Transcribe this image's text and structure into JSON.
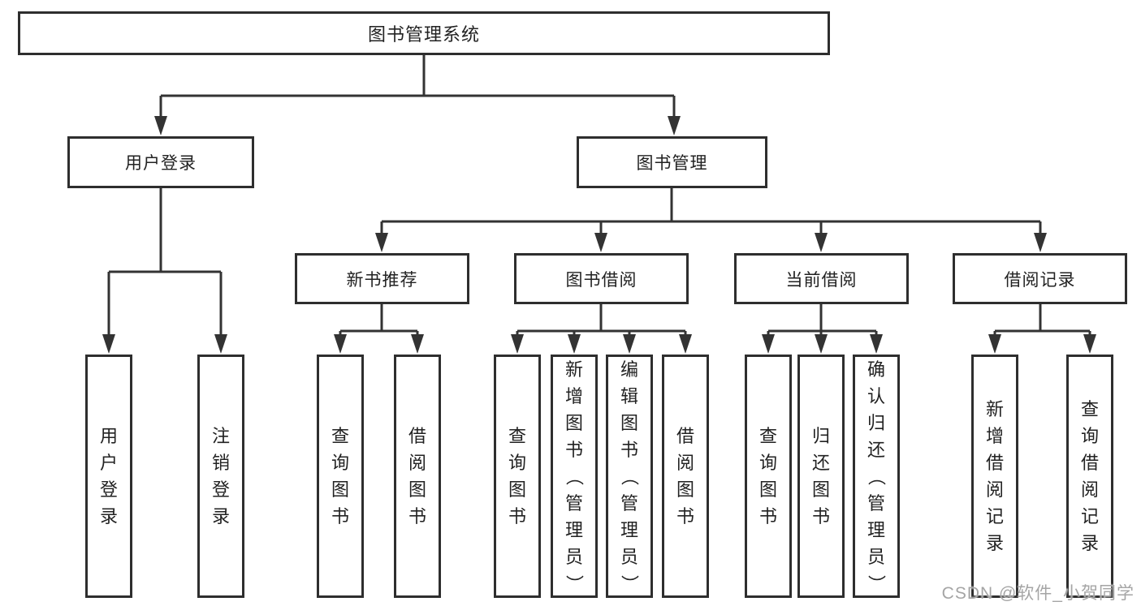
{
  "diagram": {
    "type": "hierarchy-tree",
    "tree": {
      "root": {
        "label": "图书管理系统",
        "children": [
          {
            "label": "用户登录",
            "children": [
              {
                "label": "用户登录"
              },
              {
                "label": "注销登录"
              }
            ]
          },
          {
            "label": "图书管理",
            "children": [
              {
                "label": "新书推荐",
                "children": [
                  {
                    "label": "查询图书"
                  },
                  {
                    "label": "借阅图书"
                  }
                ]
              },
              {
                "label": "图书借阅",
                "children": [
                  {
                    "label": "查询图书"
                  },
                  {
                    "label": "新增图书（管理员）"
                  },
                  {
                    "label": "编辑图书（管理员）"
                  },
                  {
                    "label": "借阅图书"
                  }
                ]
              },
              {
                "label": "当前借阅",
                "children": [
                  {
                    "label": "查询图书"
                  },
                  {
                    "label": "归还图书"
                  },
                  {
                    "label": "确认归还（管理员）"
                  }
                ]
              },
              {
                "label": "借阅记录",
                "children": [
                  {
                    "label": "新增借阅记录"
                  },
                  {
                    "label": "查询借阅记录"
                  }
                ]
              }
            ]
          }
        ]
      }
    },
    "colors": {
      "background": "#ffffff",
      "box_border": "#2e2e2e",
      "line": "#333333",
      "text": "#222222",
      "watermark_text": "#a5a5a5"
    }
  },
  "watermark": {
    "text": "CSDN @软件_小贺同学"
  }
}
